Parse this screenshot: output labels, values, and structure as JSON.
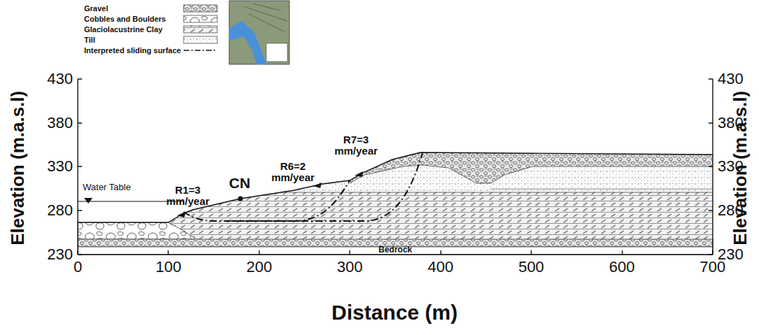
{
  "diagram": {
    "labels": [
      "430",
      "380",
      "330",
      "280",
      "230",
      "430",
      "380",
      "330",
      "280",
      "230",
      "0",
      "100",
      "200",
      "300",
      "400",
      "500",
      "600",
      "700",
      "Elevation (m.a.s.l)",
      "Elevation (m.a.s.l)",
      "Distance (m)",
      "Water Table",
      "R1=3 mm/year",
      "R6=2 mm/year",
      "R7=3 mm/year",
      "CN",
      "Bedrock"
    ],
    "legend": [
      {
        "text": "Gravel"
      },
      {
        "text": "Cobbles and Boulders"
      },
      {
        "text": "Glaciolacustrine Clay"
      },
      {
        "text": "Till"
      },
      {
        "text": "Interpreted sliding surface"
      }
    ]
  }
}
